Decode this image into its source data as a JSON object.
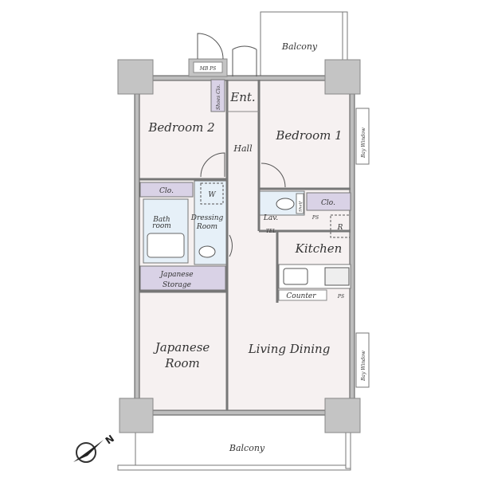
{
  "colors": {
    "floor": "#f6f1f1",
    "closet": "#d9d2e6",
    "wet": "#e6f0f8",
    "wall": "#bdbdbd",
    "line": "#666666"
  },
  "rooms": {
    "balcony_top": "Balcony",
    "balcony_bottom": "Balcony",
    "bedroom2": "Bedroom 2",
    "bedroom1": "Bedroom 1",
    "entrance": "Ent.",
    "hall": "Hall",
    "shoe_closet": "Shoes Clo.",
    "mb_ps": "MB PS",
    "closet_left": "Clo.",
    "closet_right": "Clo.",
    "washer": "W",
    "bathroom_line1": "Bath",
    "bathroom_line2": "room",
    "dressing_line1": "Dressing",
    "dressing_line2": "Room",
    "japanese_storage_line1": "Japanese",
    "japanese_storage_line2": "Storage",
    "japanese_room_line1": "Japanese",
    "japanese_room_line2": "Room",
    "lavatory": "Lav.",
    "shelf": "Shelf",
    "tel": "TEL",
    "ps": "PS",
    "refrigerator": "R",
    "kitchen": "Kitchen",
    "counter": "Counter",
    "living_dining": "Living Dining",
    "bay_window": "Bay Window"
  },
  "compass": {
    "label": "N",
    "icon": "north-arrow-icon"
  }
}
